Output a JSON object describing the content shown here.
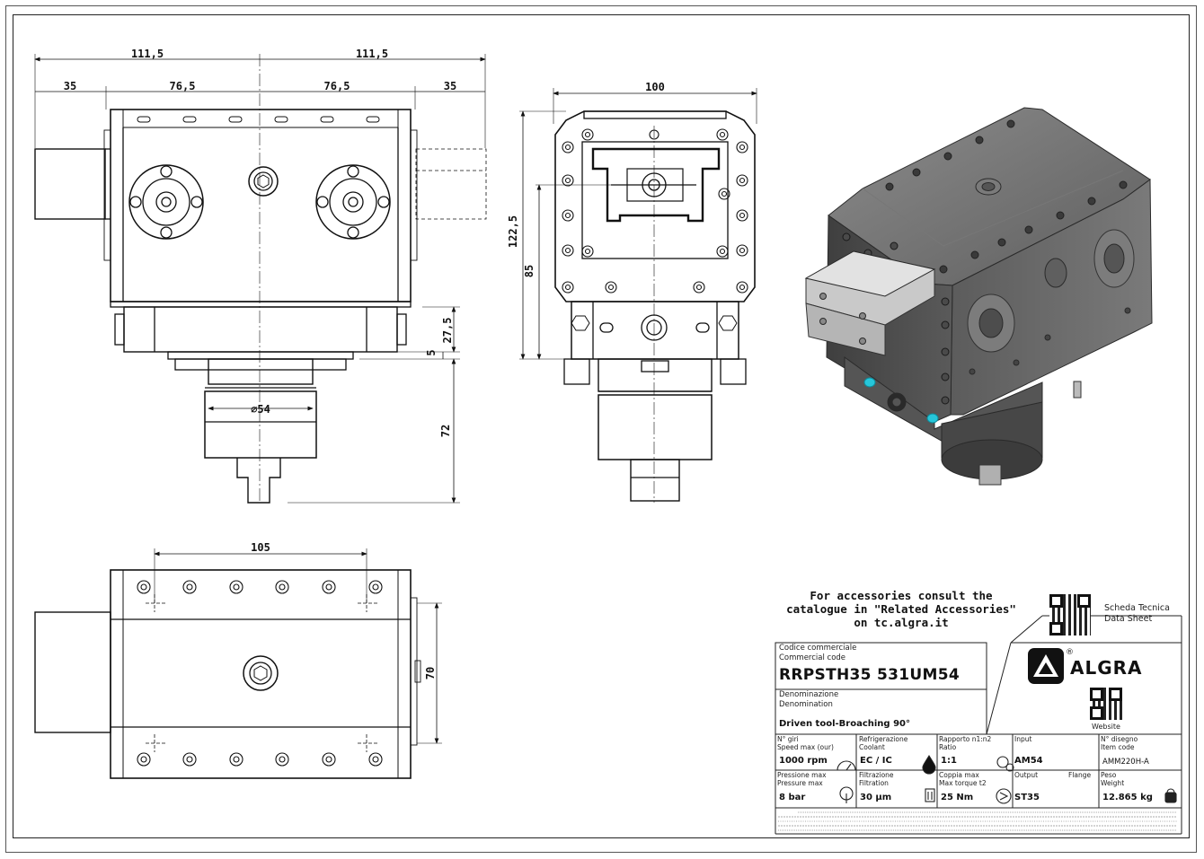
{
  "dimensions": {
    "front": {
      "half_width_left": "111,5",
      "half_width_right": "111,5",
      "side_left": "35",
      "center_left": "76,5",
      "center_right": "76,5",
      "side_right": "35",
      "height_27": "27,5",
      "height_5": "5",
      "height_72": "72",
      "diameter": "∅54"
    },
    "side": {
      "width_100": "100",
      "height_122": "122,5",
      "height_85": "85"
    },
    "top": {
      "width_105": "105",
      "height_70": "70"
    }
  },
  "note": {
    "line1": "For accessories consult the",
    "line2": "catalogue in \"Related Accessories\"",
    "line3": "on tc.algra.it"
  },
  "title_block": {
    "datasheet_label_it": "Scheda Tecnica",
    "datasheet_label_en": "Data Sheet",
    "website_label": "Website",
    "brand": "ALGRA",
    "registered": "®",
    "code_label_it": "Codice commerciale",
    "code_label_en": "Commercial code",
    "code_value": "RRPSTH35 531UM54",
    "denom_label_it": "Denominazione",
    "denom_label_en": "Denomination",
    "denom_value": "Driven tool-Broaching 90°",
    "cells_row1": [
      {
        "label_it": "N° giri",
        "label_en": "Speed max (our)",
        "value": "1000 rpm",
        "icon": "speedometer-icon"
      },
      {
        "label_it": "Refrigerazione",
        "label_en": "Coolant",
        "value": "EC / IC",
        "icon": "drop-icon"
      },
      {
        "label_it": "Rapporto n1:n2",
        "label_en": "Ratio",
        "value": "1:1",
        "icon": "gears-icon"
      },
      {
        "label_it": "Input",
        "label_en": "",
        "value": "AM54",
        "icon": ""
      },
      {
        "label_it": "N° disegno",
        "label_en": "Item code",
        "value": "AMM220H-A",
        "icon": ""
      }
    ],
    "cells_row2": [
      {
        "label_it": "Pressione max",
        "label_en": "Pressure max",
        "value": "8 bar",
        "icon": "pressure-icon"
      },
      {
        "label_it": "Filtrazione",
        "label_en": "Filtration",
        "value": "30 µm",
        "icon": "filter-icon"
      },
      {
        "label_it": "Coppia max",
        "label_en": "Max torque t2",
        "value": "25 Nm",
        "icon": "torque-icon"
      },
      {
        "label_it": "Output",
        "label_en": "Flange",
        "value": "ST35",
        "icon": ""
      },
      {
        "label_it": "Peso",
        "label_en": "Weight",
        "value": "12.865 kg",
        "icon": "weight-icon"
      }
    ]
  },
  "colors": {
    "body_dark": "#4a4a4a",
    "body_mid": "#6b6b6b",
    "body_light": "#9a9a9a",
    "accent_cyan": "#26c6da",
    "line": "#1a1a1a"
  }
}
